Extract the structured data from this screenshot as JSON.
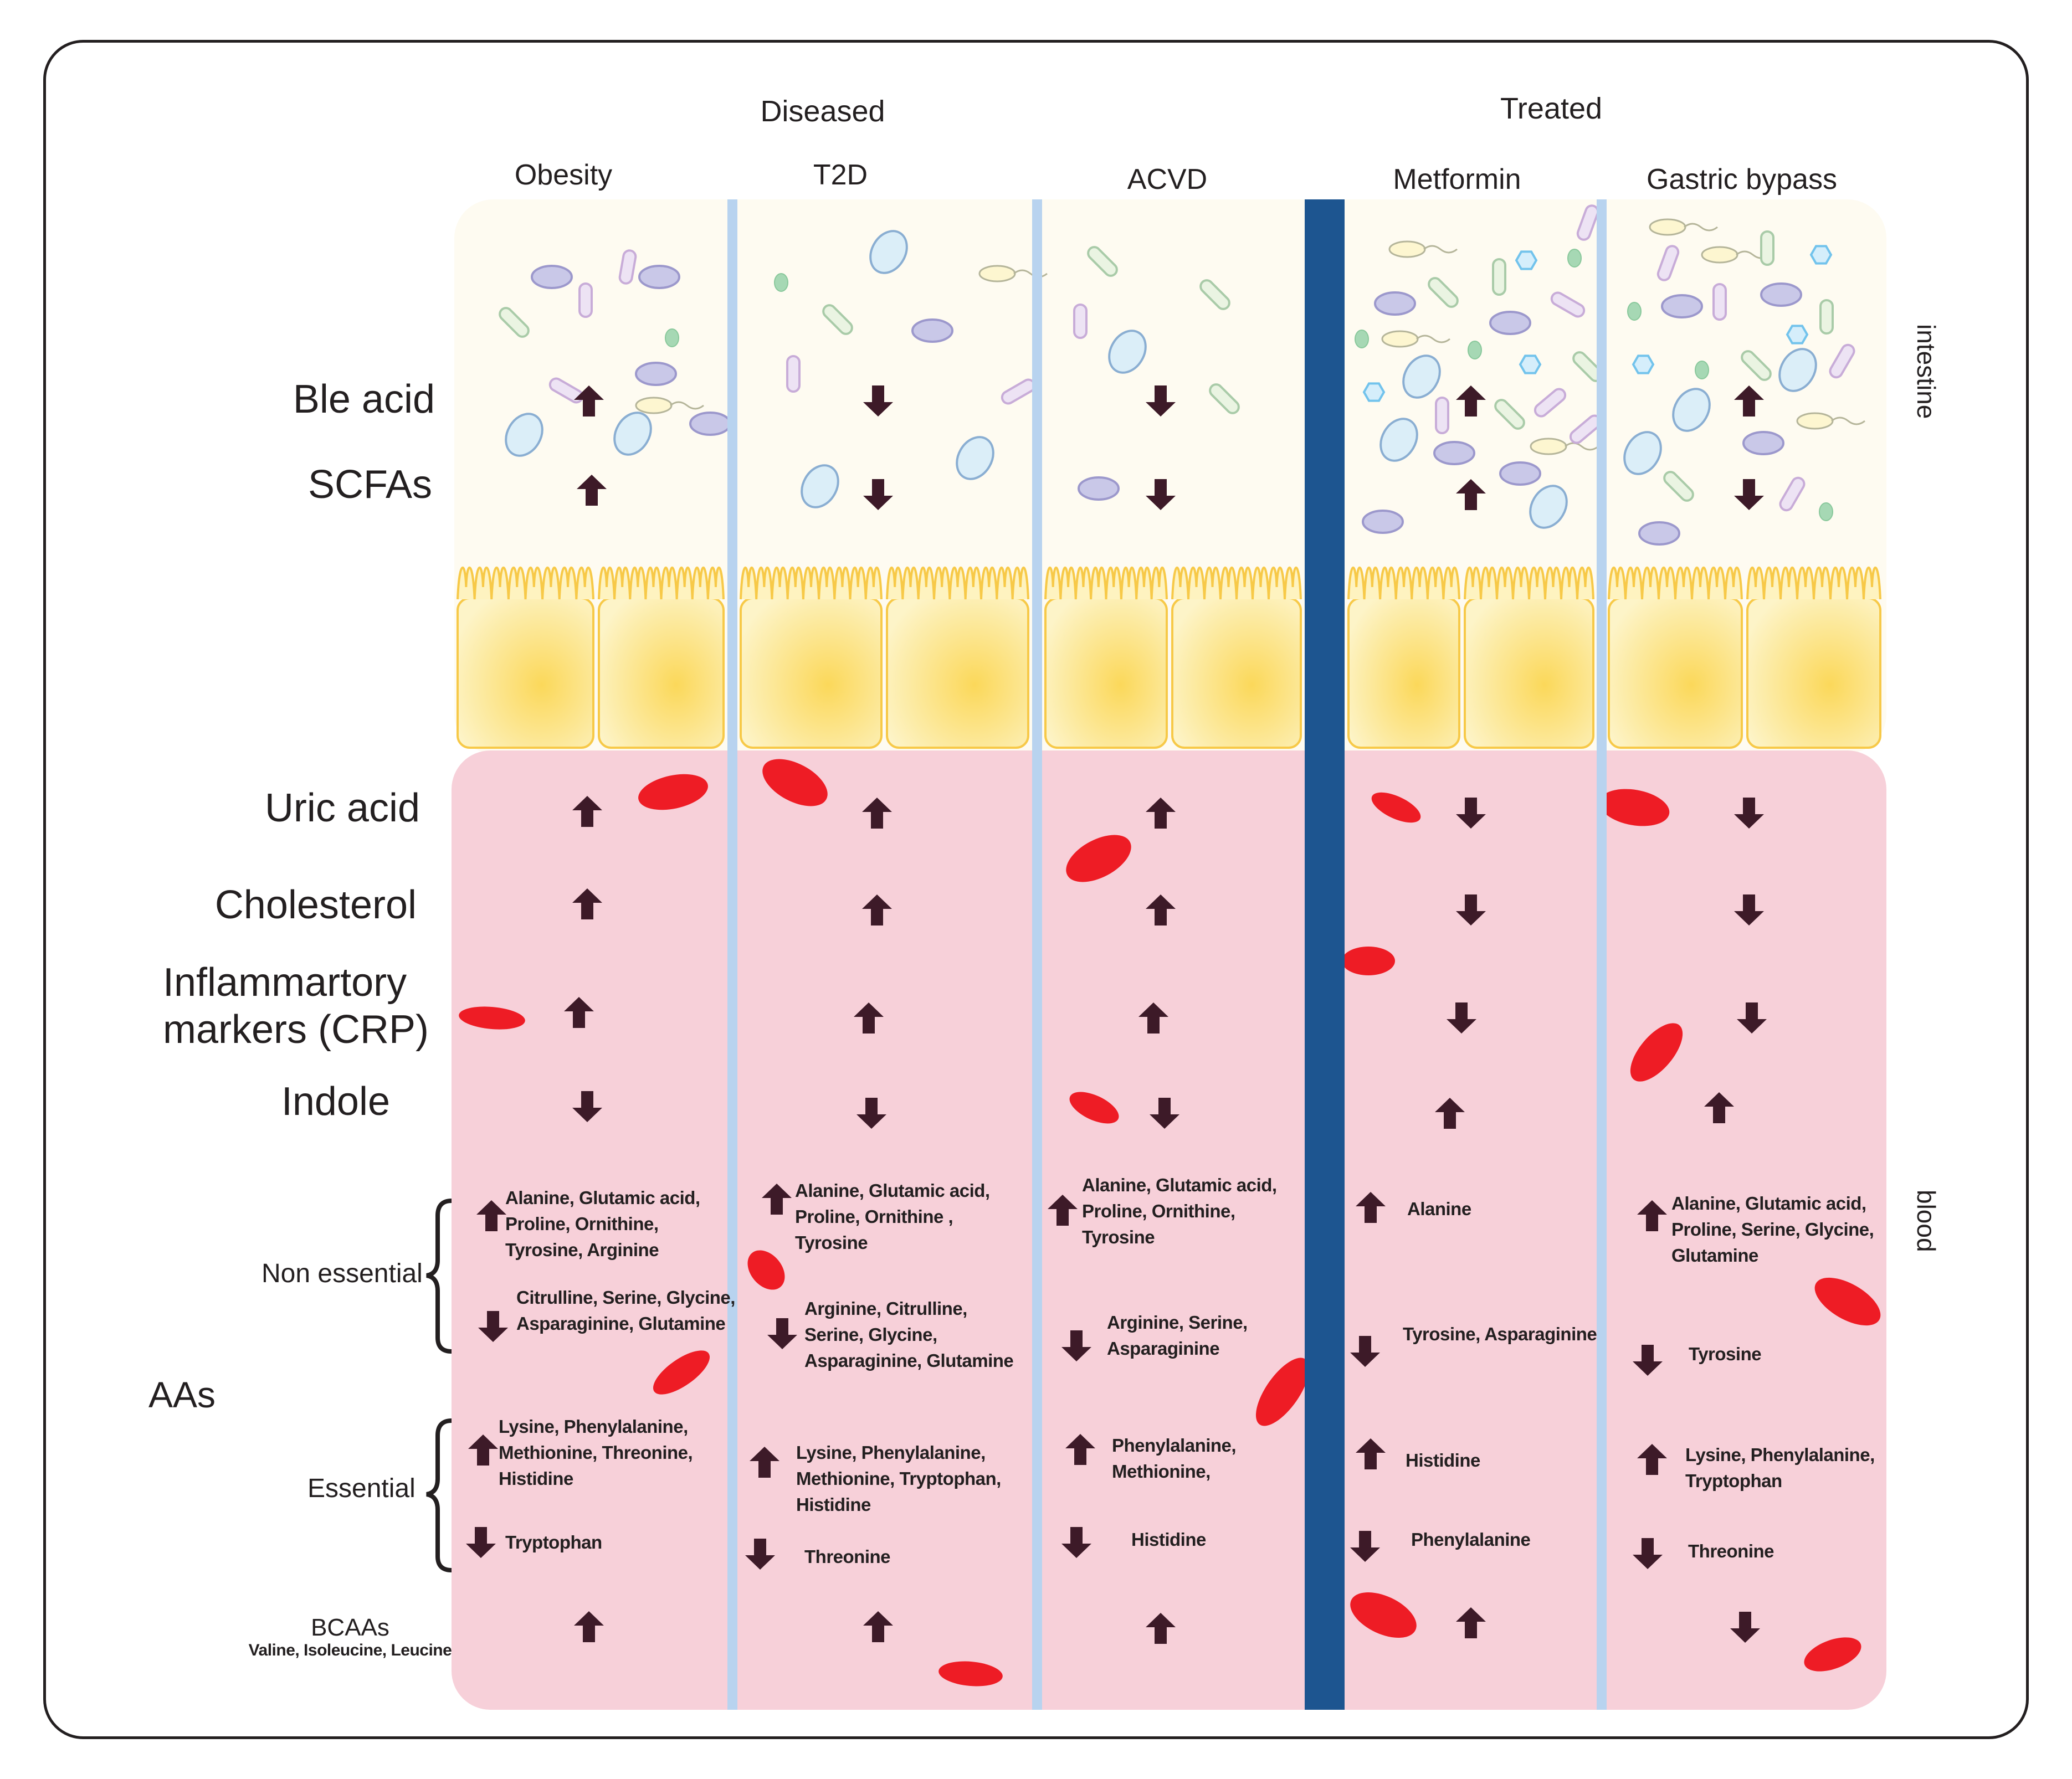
{
  "groups": {
    "diseased": "Diseased",
    "treated": "Treated"
  },
  "columns": [
    {
      "name": "Obesity"
    },
    {
      "name": "T2D"
    },
    {
      "name": "ACVD"
    },
    {
      "name": "Metformin"
    },
    {
      "name": "Gastric bypass"
    }
  ],
  "compartments": {
    "intestine": "intestine",
    "blood": "blood"
  },
  "rows": {
    "bile_acid": {
      "label": "Ble acid",
      "dirs": [
        "up",
        "down",
        "down",
        "up",
        "up"
      ]
    },
    "scfas": {
      "label": "SCFAs",
      "dirs": [
        "up",
        "down",
        "down",
        "up",
        "down"
      ]
    },
    "uric_acid": {
      "label": "Uric acid",
      "dirs": [
        "up",
        "up",
        "up",
        "down",
        "down"
      ]
    },
    "cholesterol": {
      "label": "Cholesterol",
      "dirs": [
        "up",
        "up",
        "up",
        "down",
        "down"
      ]
    },
    "crp": {
      "label_line1": "Inflammartory",
      "label_line2": "markers (CRP)",
      "dirs": [
        "up",
        "up",
        "up",
        "down",
        "down"
      ]
    },
    "indole": {
      "label": "Indole",
      "dirs": [
        "down",
        "down",
        "down",
        "up",
        "up"
      ]
    }
  },
  "aas": {
    "label": "AAs",
    "non_essential_label": "Non essential",
    "essential_label": "Essential",
    "non_essential": {
      "up": [
        "Alanine, Glutamic acid, Proline, Ornithine, Tyrosine, Arginine",
        "Alanine, Glutamic acid, Proline, Ornithine , Tyrosine",
        "Alanine, Glutamic acid, Proline, Ornithine, Tyrosine",
        "Alanine",
        "Alanine, Glutamic acid, Proline, Serine, Glycine, Glutamine"
      ],
      "down": [
        "Citrulline, Serine, Glycine, Asparaginine, Glutamine",
        "Arginine, Citrulline, Serine, Glycine, Asparaginine, Glutamine",
        "Arginine, Serine, Asparaginine",
        "Tyrosine, Asparaginine",
        "Tyrosine"
      ]
    },
    "essential": {
      "up": [
        "Lysine, Phenylalanine, Methionine, Threonine, Histidine",
        "Lysine, Phenylalanine, Methionine, Tryptophan, Histidine",
        "Phenylalanine, Methionine,",
        "Histidine",
        "Lysine, Phenylalanine, Tryptophan"
      ],
      "down": [
        "Tryptophan",
        "Threonine",
        "Histidine",
        "Phenylalanine",
        "Threonine"
      ]
    }
  },
  "bcaas": {
    "label": "BCAAs",
    "sublabel": "Valine, Isoleucine, Leucine",
    "dirs": [
      "up",
      "up",
      "up",
      "up",
      "down"
    ]
  },
  "colors": {
    "intestine_bg": "#fefbf1",
    "blood_bg": "#f7d0d9",
    "divider_light": "#b8d3ef",
    "divider_dark": "#1d5590",
    "red_cell": "#ee1c25",
    "arrow": "#3d1a28",
    "villi": "#f7c948"
  }
}
